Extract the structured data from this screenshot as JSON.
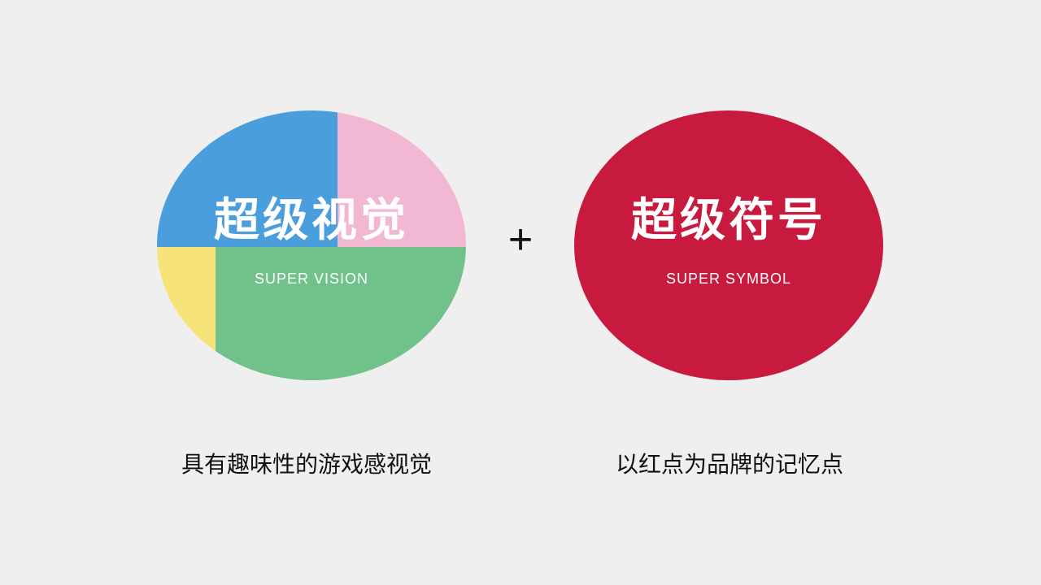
{
  "left_item": {
    "title": "超级视觉",
    "subtitle": "SUPER VISION",
    "caption": "具有趣味性的游戏感视觉",
    "colors": {
      "blue": "#4a9edb",
      "pink": "#f2b7d3",
      "yellow": "#f6e47a",
      "green": "#70c28a"
    }
  },
  "operator": "+",
  "right_item": {
    "title": "超级符号",
    "subtitle": "SUPER SYMBOL",
    "caption": "以红点为品牌的记忆点",
    "color": "#c8193f"
  },
  "background": "#f0efef"
}
